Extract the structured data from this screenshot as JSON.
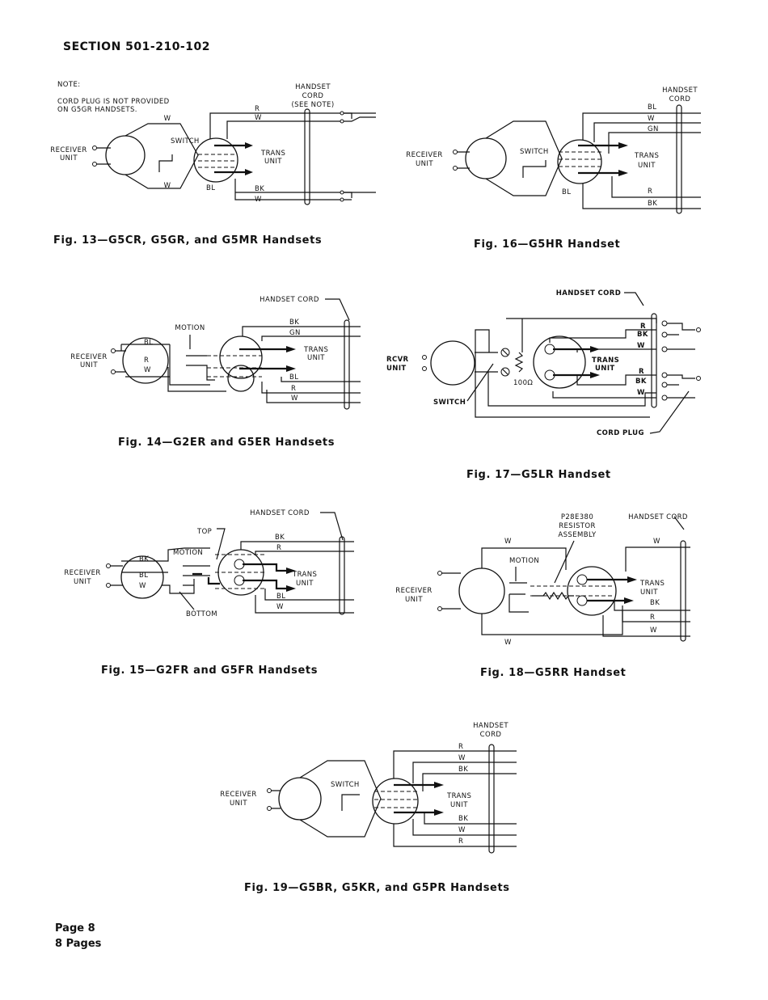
{
  "header": {
    "section": "SECTION 501-210-102"
  },
  "fig13": {
    "caption": "Fig. 13—G5CR, G5GR, and G5MR Handsets",
    "note": [
      "NOTE:",
      "CORD PLUG IS NOT PROVIDED",
      "ON G5GR HANDSETS."
    ],
    "cord": [
      "HANDSET",
      "CORD",
      "(SEE NOTE)"
    ],
    "receiver": [
      "RECEIVER",
      "UNIT"
    ],
    "switch": "SWITCH",
    "trans": [
      "TRANS",
      "UNIT"
    ],
    "wires": {
      "r": "R",
      "w1": "W",
      "bk": "BK",
      "w2": "W",
      "wl": "W",
      "wl2": "W",
      "bl": "BL"
    }
  },
  "fig14": {
    "caption": "Fig. 14—G2ER and G5ER Handsets",
    "cord": "HANDSET CORD",
    "motion": "MOTION",
    "receiver": [
      "RECEIVER",
      "UNIT"
    ],
    "trans": [
      "TRANS",
      "UNIT"
    ],
    "wires": {
      "bk": "BK",
      "gn": "GN",
      "bl": "BL",
      "r": "R",
      "w": "W",
      "rbl": "BL",
      "rr": "R",
      "rw": "W"
    }
  },
  "fig15": {
    "caption": "Fig. 15—G2FR and G5FR Handsets",
    "cord": "HANDSET CORD",
    "top": "TOP",
    "motion": "MOTION",
    "bottom": "BOTTOM",
    "receiver": [
      "RECEIVER",
      "UNIT"
    ],
    "trans": [
      "TRANS",
      "UNIT"
    ],
    "wires": {
      "bk": "BK",
      "r": "R",
      "bl": "BL",
      "w": "W",
      "rbk": "BK",
      "rbl": "BL",
      "rw": "W"
    }
  },
  "fig16": {
    "caption": "Fig. 16—G5HR Handset",
    "cord": [
      "HANDSET",
      "CORD"
    ],
    "receiver": [
      "RECEIVER",
      "UNIT"
    ],
    "switch": "SWITCH",
    "trans": [
      "TRANS",
      "UNIT"
    ],
    "wires": {
      "bl": "BL",
      "w": "W",
      "gn": "GN",
      "r": "R",
      "bk": "BK",
      "sbl": "BL"
    }
  },
  "fig17": {
    "caption": "Fig. 17—G5LR Handset",
    "cord": "HANDSET CORD",
    "rcvr": [
      "RCVR",
      "UNIT"
    ],
    "trans": [
      "TRANS",
      "UNIT"
    ],
    "switch": "SWITCH",
    "resistor": "100Ω",
    "plug": "CORD PLUG",
    "wires": {
      "r1": "R",
      "bk1": "BK",
      "w1": "W",
      "r2": "R",
      "bk2": "BK",
      "w2": "W"
    }
  },
  "fig18": {
    "caption": "Fig. 18—G5RR Handset",
    "resistor": [
      "P28E380",
      "RESISTOR",
      "ASSEMBLY"
    ],
    "cord": "HANDSET CORD",
    "motion": "MOTION",
    "receiver": [
      "RECEIVER",
      "UNIT"
    ],
    "trans": [
      "TRANS",
      "UNIT"
    ],
    "wires": {
      "wtop": "W",
      "wcord": "W",
      "bk": "BK",
      "r": "R",
      "w": "W",
      "wbot": "W"
    }
  },
  "fig19": {
    "caption": "Fig. 19—G5BR, G5KR, and G5PR Handsets",
    "cord": [
      "HANDSET",
      "CORD"
    ],
    "receiver": [
      "RECEIVER",
      "UNIT"
    ],
    "switch": "SWITCH",
    "trans": [
      "TRANS",
      "UNIT"
    ],
    "wires": {
      "r1": "R",
      "w1": "W",
      "bk1": "BK",
      "bk2": "BK",
      "w2": "W",
      "r2": "R"
    }
  },
  "footer": {
    "page": "Page 8",
    "pages": "8 Pages"
  }
}
